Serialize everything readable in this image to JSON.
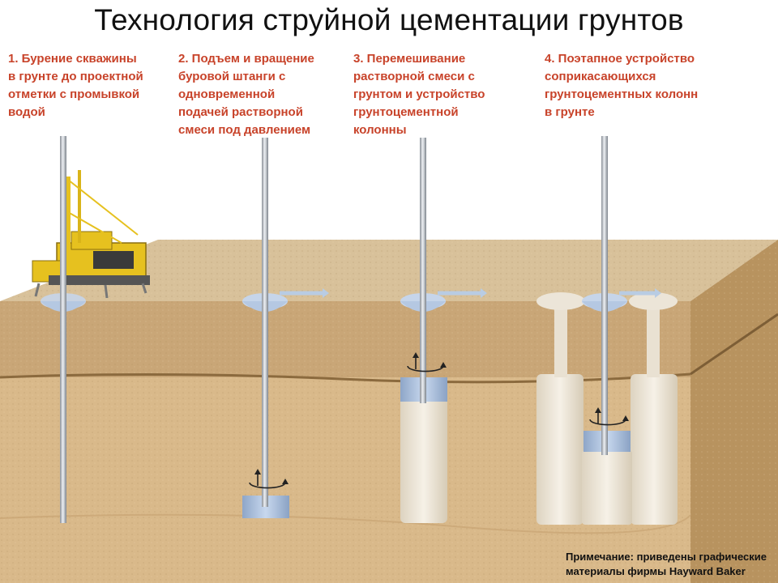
{
  "title": "Технология струйной цементации грунтов",
  "steps": [
    {
      "label": "1. Бурение скважины\nв грунте до проектной\nотметки с промывкой\nводой"
    },
    {
      "label": "2. Подъем и вращение\nбуровой штанги с\nодновременной\nподачей растворной\nсмеси под давлением"
    },
    {
      "label": "3. Перемешивание\nрастворной смеси с\nгрунтом и устройство\nгрунтоцементной\nколонны"
    },
    {
      "label": "4. Поэтапное устройство\nсоприкасающихся\nгрунтоцементных колонн\nв грунте"
    }
  ],
  "note": "Примечание: приведены графические\nматериалы фирмы Hayward Baker",
  "colors": {
    "step_text": "#c8432a",
    "soil_top": "#d8c19a",
    "soil_upper": "#c9a677",
    "soil_lower": "#d9b98a",
    "soil_side": "#b8935f",
    "column": "#ede6d8",
    "rod": "#b7bcc4",
    "grout": "#9fb6d6",
    "rig": "#e6c11f"
  }
}
